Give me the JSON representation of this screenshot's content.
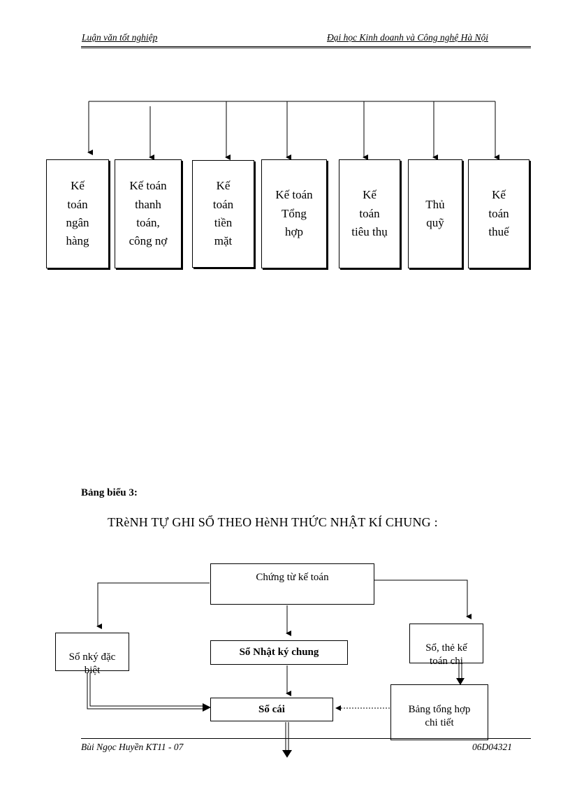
{
  "header": {
    "left": "Luận văn tốt nghiệp",
    "right": "Đại học Kinh doanh và Công nghệ Hà Nội"
  },
  "org_chart": {
    "boxes": [
      "Kế\ntoán\nngân\nhàng",
      "Kế toán\nthanh\ntoán,\ncông nợ",
      "Kế\ntoán\ntiền\nmặt",
      "Kế toán\nTổng\nhợp",
      "Kế\ntoán\ntiêu thụ",
      "Thủ\nquỹ",
      "Kế\ntoán\nthuế"
    ]
  },
  "section": {
    "label": "Bảng biểu 3:",
    "title": "TRèNH TỰ GHI SỔ THEO HèNH THỨC NHẬT KÍ CHUNG :"
  },
  "flow": {
    "chung_tu": "Chứng từ kế toán",
    "so_nky": "Sổ nký đặc\nbiệt",
    "so_nhat_ky": "Sổ Nhật ký chung",
    "so_the": "Sổ, thẻ kế\ntoán chi",
    "bang_tong_hop": "Bảng tổng hợp\nchi tiết",
    "so_cai": "Sổ cái"
  },
  "footer": {
    "left": "Bùi Ngọc Huyền KT11 - 07",
    "right": "06D04321"
  }
}
